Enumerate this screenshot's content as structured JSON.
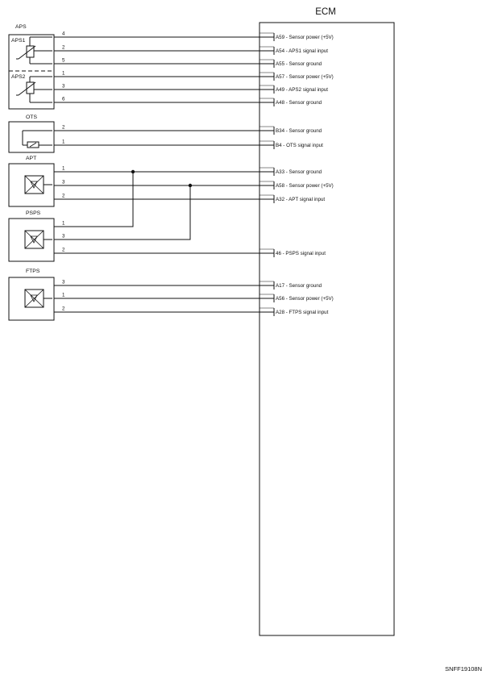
{
  "ecm": {
    "title": "ECM"
  },
  "footer": {
    "code": "SNFF19108N"
  },
  "components": [
    {
      "name": "APS",
      "sub_units": [
        "APS1",
        "APS2"
      ],
      "wires": [
        {
          "pin": "4",
          "terminal": "A59 - Sensor power (+5V)"
        },
        {
          "pin": "2",
          "terminal": "A54 - APS1 signal input"
        },
        {
          "pin": "5",
          "terminal": "A55 - Sensor ground"
        },
        {
          "pin": "1",
          "terminal": "A57 - Sensor power (+5V)"
        },
        {
          "pin": "3",
          "terminal": "A49 - APS2 signal input"
        },
        {
          "pin": "6",
          "terminal": "A48 - Sensor ground"
        }
      ]
    },
    {
      "name": "OTS",
      "wires": [
        {
          "pin": "2",
          "terminal": "B34 - Sensor ground"
        },
        {
          "pin": "1",
          "terminal": "B4 - OTS signal input"
        }
      ]
    },
    {
      "name": "APT",
      "wires": [
        {
          "pin": "1",
          "terminal": "A33 - Sensor ground"
        },
        {
          "pin": "3",
          "terminal": "A58 - Sensor power (+5V)"
        },
        {
          "pin": "2",
          "terminal": "A32 - APT signal input"
        }
      ]
    },
    {
      "name": "PSPS",
      "wires": [
        {
          "pin": "1"
        },
        {
          "pin": "3"
        },
        {
          "pin": "2",
          "terminal": "46 - PSPS signal input"
        }
      ]
    },
    {
      "name": "FTPS",
      "wires": [
        {
          "pin": "3",
          "terminal": "A17 - Sensor ground"
        },
        {
          "pin": "1",
          "terminal": "A56 - Sensor power (+5V)"
        },
        {
          "pin": "2",
          "terminal": "A28 - FTPS signal input"
        }
      ]
    }
  ]
}
